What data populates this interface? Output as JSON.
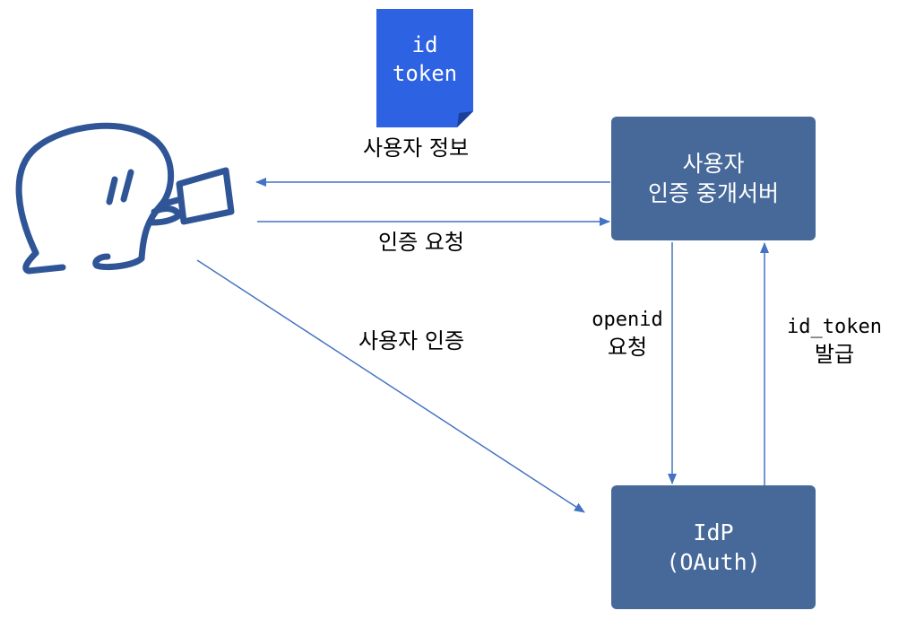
{
  "document_icon": {
    "lines": [
      "id",
      "token"
    ],
    "color": "#2D62E3"
  },
  "nodes": {
    "server": {
      "lines": [
        "사용자",
        "인증 중개서버"
      ]
    },
    "idp": {
      "lines": [
        "IdP",
        "(OAuth)"
      ]
    }
  },
  "edges": {
    "user_info": "사용자 정보",
    "auth_request": "인증 요청",
    "user_auth": "사용자 인증",
    "openid_request": [
      "openid",
      "요청"
    ],
    "id_token_issue": [
      "id_token",
      "발급"
    ]
  },
  "icons": {
    "user": "user-with-laptop-sketch-icon"
  },
  "colors": {
    "node_fill": "#466999",
    "arrow": "#4472C4",
    "sketch": "#2F5597"
  }
}
